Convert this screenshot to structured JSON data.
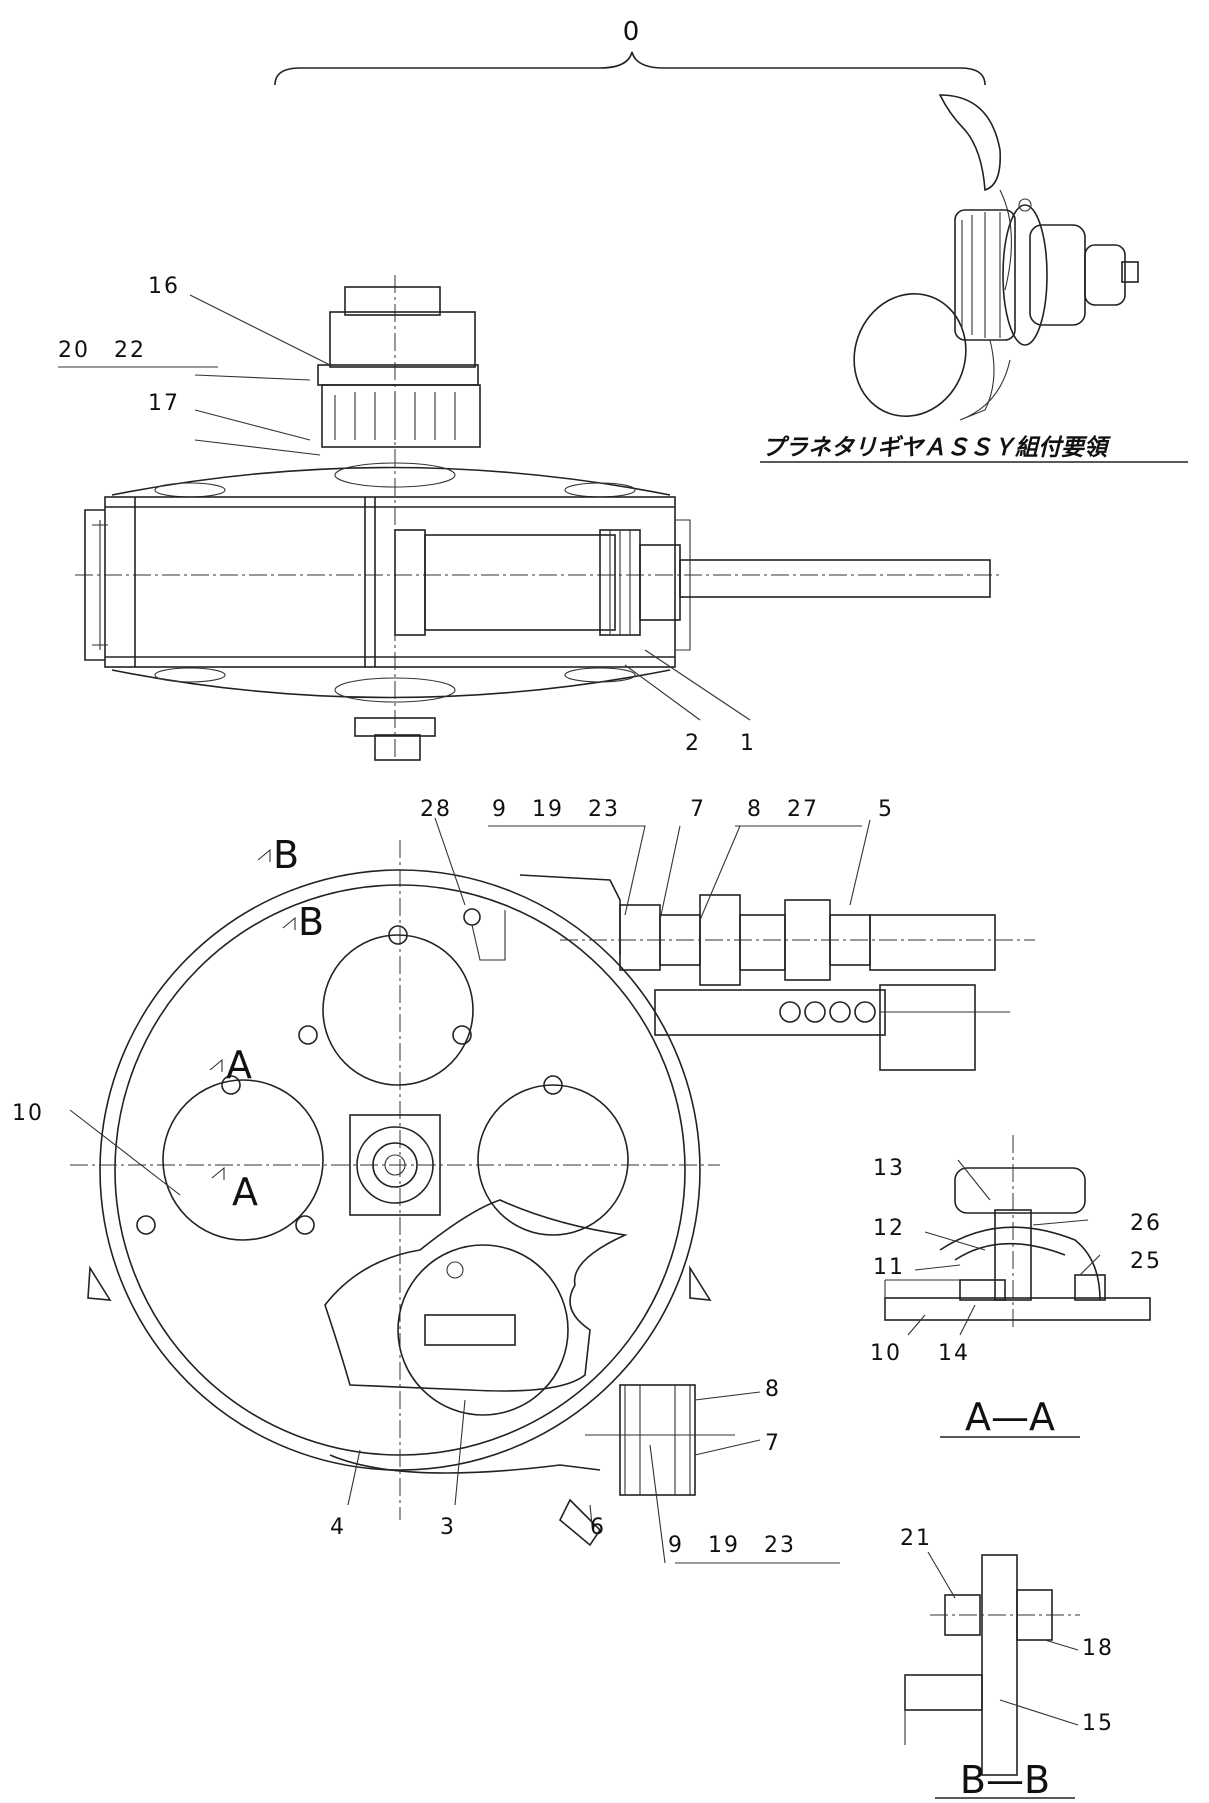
{
  "assembly_callout": "0",
  "planetary_caption": "プラネタリギヤＡＳＳＹ組付要領",
  "side_view_labels": {
    "l16": "16",
    "l20_22": "20　22",
    "l17": "17",
    "l2": "2",
    "l1": "1"
  },
  "front_view_labels": {
    "l28": "28",
    "l9_19_23_top": "9　19　23",
    "l7_top": "7",
    "l8_27": "8　27",
    "l5": "5",
    "l10": "10",
    "l4": "4",
    "l3": "3",
    "l6": "6",
    "l9_19_23_bottom": "9　19　23",
    "l8_right": "8",
    "l7_right": "7",
    "sec_b_top": "B",
    "sec_b_inner": "B",
    "sec_a_top": "A",
    "sec_a_inner": "A"
  },
  "section_aa": {
    "caption": "A—A",
    "labels": {
      "l13": "13",
      "l12": "12",
      "l26": "26",
      "l11": "11",
      "l25": "25",
      "l10": "10",
      "l14": "14"
    }
  },
  "section_bb": {
    "caption": "B—B",
    "labels": {
      "l21": "21",
      "l18": "18",
      "l15": "15"
    }
  }
}
